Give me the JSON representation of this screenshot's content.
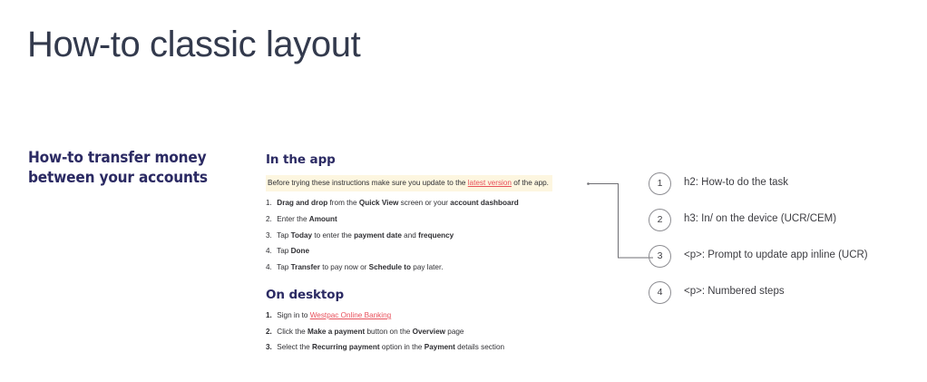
{
  "page": {
    "title": "How-to classic layout",
    "background_color": "#ffffff"
  },
  "colors": {
    "title_text": "#333a4d",
    "heading_navy": "#2b2a63",
    "link_red": "#e8505b",
    "highlight_bg": "#fdf6e0",
    "body_text": "#2f2f33",
    "callout_stroke": "#8d8d92",
    "connector_line": "#6f6f74"
  },
  "sidebar": {
    "title_line_1": "How-to transfer money",
    "title_line_2": "between your accounts"
  },
  "doc": {
    "app_section": {
      "heading": "In the app",
      "note": {
        "prefix": "Before trying these instructions make sure you update to the ",
        "link": "latest version",
        "suffix": " of the app."
      },
      "steps": [
        {
          "num": "1.",
          "parts": [
            {
              "text": " ",
              "bold": false
            },
            {
              "text": "Drag and drop",
              "bold": true
            },
            {
              "text": " from the ",
              "bold": false
            },
            {
              "text": "Quick View",
              "bold": true
            },
            {
              "text": " screen or your ",
              "bold": false
            },
            {
              "text": "account dashboard",
              "bold": true
            }
          ]
        },
        {
          "num": "2.",
          "parts": [
            {
              "text": " Enter the ",
              "bold": false
            },
            {
              "text": "Amount",
              "bold": true
            }
          ]
        },
        {
          "num": "3.",
          "parts": [
            {
              "text": " Tap ",
              "bold": false
            },
            {
              "text": "Today",
              "bold": true
            },
            {
              "text": " to enter the ",
              "bold": false
            },
            {
              "text": "payment date",
              "bold": true
            },
            {
              "text": " and ",
              "bold": false
            },
            {
              "text": "frequency",
              "bold": true
            }
          ]
        },
        {
          "num": "4.",
          "parts": [
            {
              "text": " Tap ",
              "bold": false
            },
            {
              "text": "Done",
              "bold": true
            }
          ]
        },
        {
          "num": "4.",
          "parts": [
            {
              "text": " Tap ",
              "bold": false
            },
            {
              "text": "Transfer",
              "bold": true
            },
            {
              "text": " to pay now or ",
              "bold": false
            },
            {
              "text": "Schedule to",
              "bold": true
            },
            {
              "text": " pay later.",
              "bold": false
            }
          ]
        }
      ]
    },
    "desktop_section": {
      "heading": "On desktop",
      "steps": [
        {
          "num": "1.",
          "parts": [
            {
              "text": " Sign in to ",
              "bold": false
            },
            {
              "text": "Westpac Online Banking",
              "bold": false,
              "link": true
            }
          ]
        },
        {
          "num": "2.",
          "parts": [
            {
              "text": " Click the ",
              "bold": false
            },
            {
              "text": "Make a payment",
              "bold": true
            },
            {
              "text": " button on the ",
              "bold": false
            },
            {
              "text": "Overview",
              "bold": true
            },
            {
              "text": " page",
              "bold": false
            }
          ]
        },
        {
          "num": "3.",
          "parts": [
            {
              "text": " Select the ",
              "bold": false
            },
            {
              "text": "Recurring payment",
              "bold": true
            },
            {
              "text": " option in the ",
              "bold": false
            },
            {
              "text": "Payment",
              "bold": true
            },
            {
              "text": " details section",
              "bold": false
            }
          ]
        }
      ]
    }
  },
  "callouts": [
    {
      "number": "1",
      "label": "h2: How-to do the task"
    },
    {
      "number": "2",
      "label": "h3: In/ on the device (UCR/CEM)"
    },
    {
      "number": "3",
      "label": "<p>: Prompt to update app inline (UCR)"
    },
    {
      "number": "4",
      "label": "<p>: Numbered steps"
    }
  ]
}
